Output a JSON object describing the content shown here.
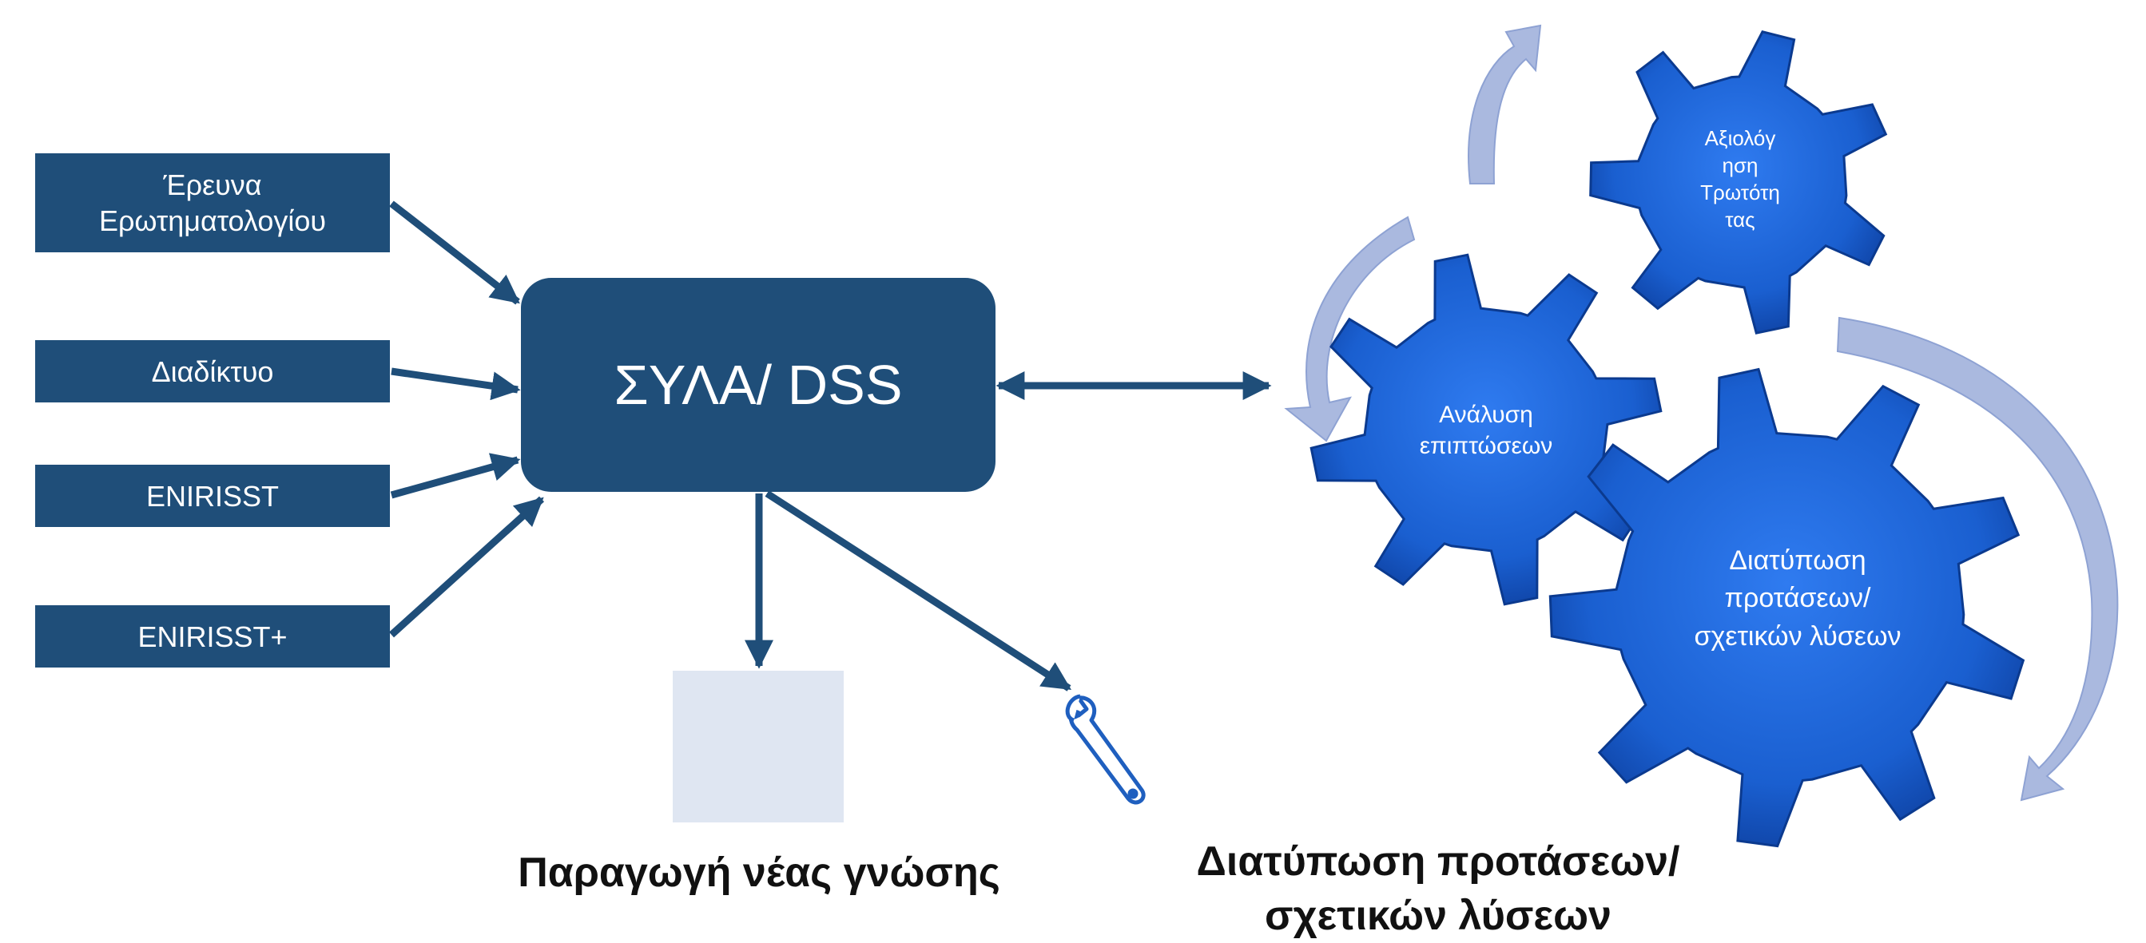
{
  "sources": [
    {
      "label": "Έρευνα\nΕρωτηματολογίου"
    },
    {
      "label": "Διαδίκτυο"
    },
    {
      "label": "ENIRISST"
    },
    {
      "label": "ENIRISST+"
    }
  ],
  "hub": {
    "label": "ΣΥΛΑ/ DSS"
  },
  "outputs": {
    "knowledge_label": "Παραγωγή νέας γνώσης",
    "knowledge_icon": "brain-lightbulb-icon",
    "solutions_label": "Διατύπωση προτάσεων/\nσχετικών λύσεων",
    "solutions_icon": "wrench-icon"
  },
  "cycle": {
    "gears": [
      {
        "label": "Αξιολόγ\nηση\nΤρωτότη\nτας"
      },
      {
        "label": "Ανάλυση\nεπιπτώσεων"
      },
      {
        "label": "Διατύπωση\nπροτάσεων/\nσχετικών λύσεων"
      }
    ],
    "arrow_icon": "cycle-arrow-icon"
  },
  "colors": {
    "box_fill": "#1f4e79",
    "arrow": "#1f4e79",
    "gear_fill": "#1a5fd0",
    "cycle_arrow": "#aab9df",
    "icon_tile": "#dfe6f2"
  }
}
